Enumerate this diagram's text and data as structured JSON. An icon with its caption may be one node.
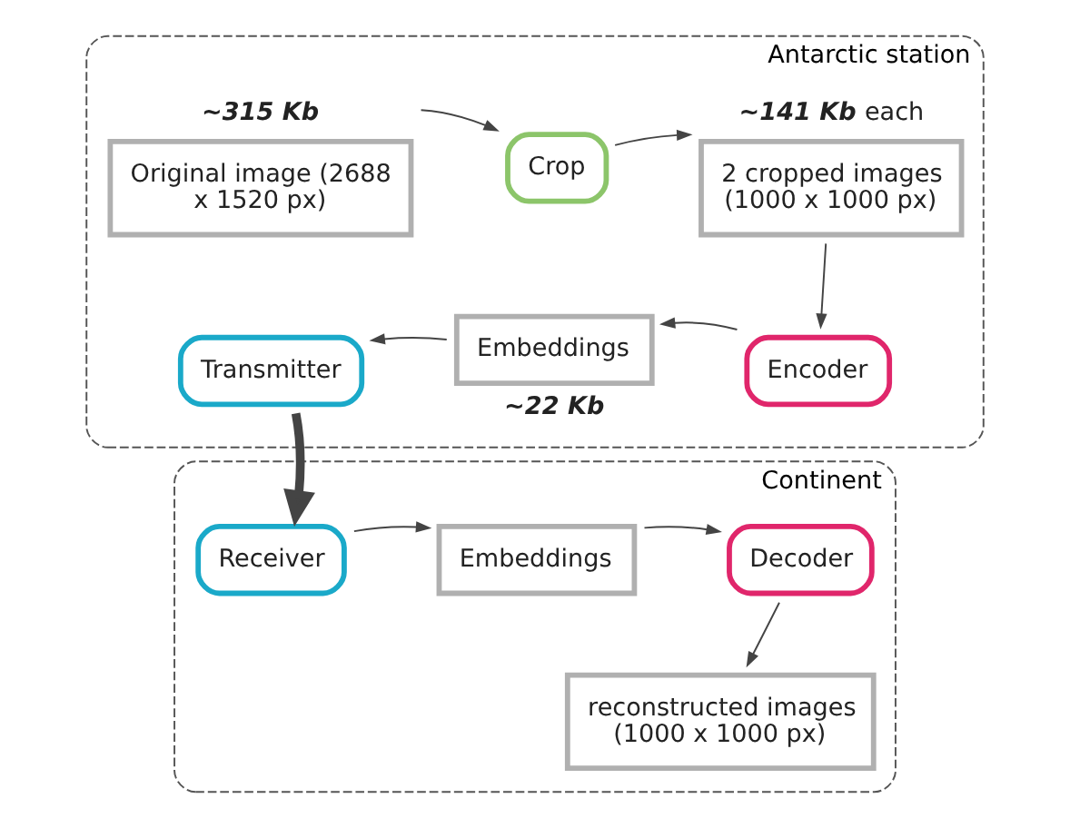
{
  "diagram": {
    "nodes": [
      {
        "text": [
          "Antarctic station"
        ]
      },
      {
        "text": [
          "Original image (2688 x 1520 px)"
        ],
        "in": 0,
        "beside": [
          "**~315 Kb**"
        ]
      },
      {
        "text": [
          "Crop"
        ],
        "in": 0
      },
      {
        "text": [
          "2 cropped images (1000 x 1000 px)"
        ],
        "in": 0,
        "beside": [
          "**~141 Kb** each"
        ]
      },
      {
        "text": [
          "Encoder"
        ],
        "in": 0
      },
      {
        "text": [
          "Embeddings"
        ],
        "in": 0,
        "beside": [
          "**~22 Kb**"
        ]
      },
      {
        "text": [
          "Transmitter"
        ],
        "in": 0
      },
      {
        "text": [
          "Continent"
        ]
      },
      {
        "text": [
          "Receiver"
        ],
        "in": 7
      },
      {
        "text": [
          "Embeddings"
        ],
        "in": 7
      },
      {
        "text": [
          "Decoder"
        ],
        "in": 7
      },
      {
        "text": [
          "reconstructed images (1000 x 1000 px)"
        ],
        "in": 7
      }
    ],
    "edges": [
      {
        "from": 1,
        "to": 2,
        "arrow": "to"
      },
      {
        "from": 2,
        "to": 3,
        "arrow": "to"
      },
      {
        "from": 3,
        "to": 4,
        "arrow": "to"
      },
      {
        "from": 4,
        "to": 5,
        "arrow": "to"
      },
      {
        "from": 5,
        "to": 6,
        "arrow": "to"
      },
      {
        "from": 6,
        "to": 8,
        "arrow": "to",
        "style": "thick"
      },
      {
        "from": 8,
        "to": 9,
        "arrow": "to"
      },
      {
        "from": 9,
        "to": 10,
        "arrow": "to"
      },
      {
        "from": 10,
        "to": 11,
        "arrow": "to"
      }
    ]
  }
}
